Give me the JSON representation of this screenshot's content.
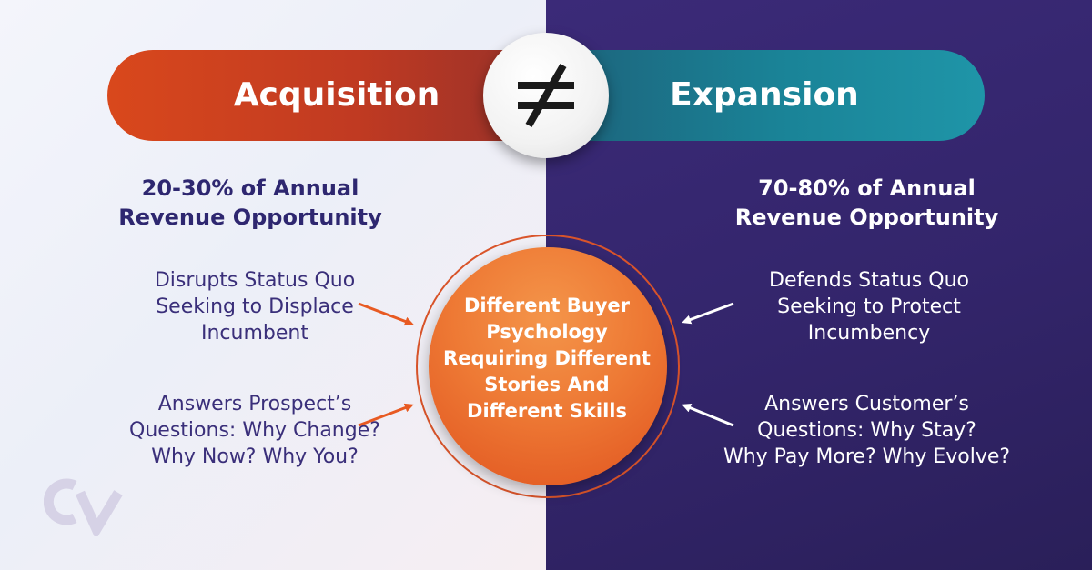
{
  "header": {
    "left_title": "Acquisition",
    "right_title": "Expansion",
    "divider_icon": "not-equal-icon"
  },
  "left": {
    "stat_line1": "20-30% of Annual",
    "stat_line2": "Revenue Opportunity",
    "point1_line1": "Disrupts Status Quo",
    "point1_line2": "Seeking to Displace",
    "point1_line3": "Incumbent",
    "point2_line1": "Answers Prospect’s",
    "point2_line2": "Questions: Why Change?",
    "point2_line3": "Why Now? Why You?"
  },
  "right": {
    "stat_line1": "70-80% of Annual",
    "stat_line2": "Revenue Opportunity",
    "point1_line1": "Defends Status Quo",
    "point1_line2": "Seeking to Protect",
    "point1_line3": "Incumbency",
    "point2_line1": "Answers Customer’s",
    "point2_line2": "Questions: Why Stay?",
    "point2_line3": "Why Pay More? Why Evolve?"
  },
  "center": {
    "line1": "Different Buyer",
    "line2": "Psychology",
    "line3": "Requiring Different",
    "line4": "Stories And",
    "line5": "Different Skills"
  },
  "logo": {
    "icon": "cv-logo-icon"
  },
  "colors": {
    "acquisition": "#d9481c",
    "expansion": "#1f95a8",
    "right_background": "#33256b",
    "left_text": "#2e2770",
    "center_circle": "#ee7a35"
  }
}
